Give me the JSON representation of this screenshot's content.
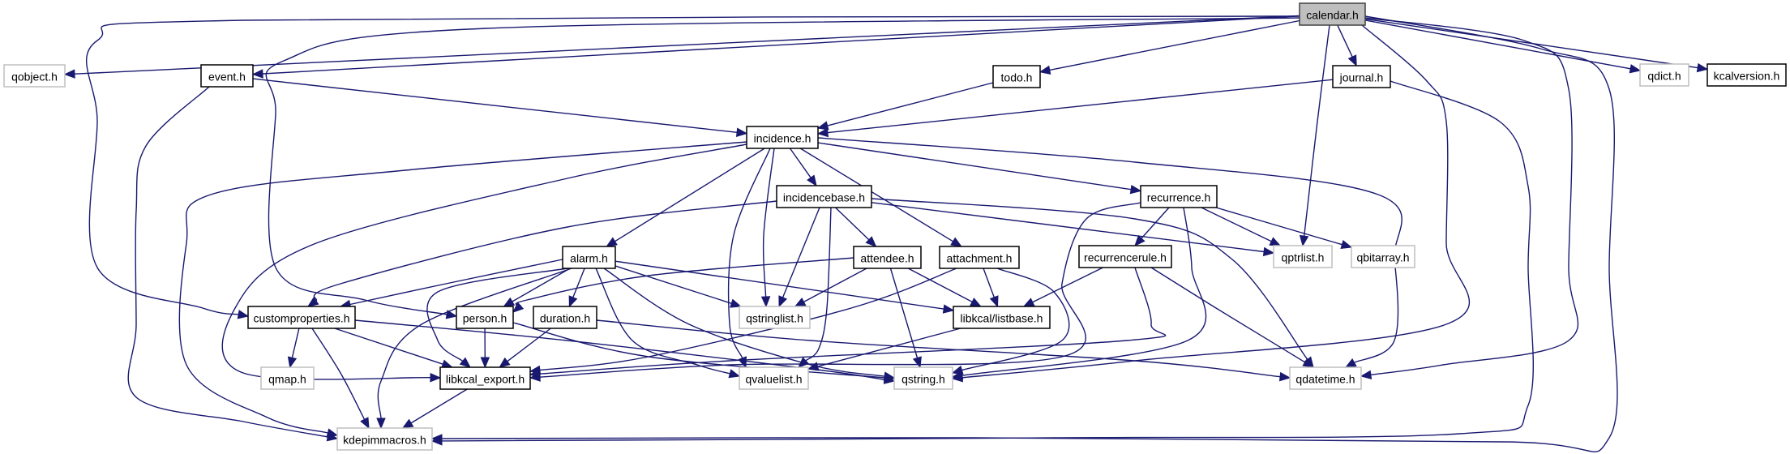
{
  "title": "calendar.h include dependency graph",
  "colors": {
    "edge": "#191970",
    "root_fill": "#bfbfbf",
    "internal_border": "#000000",
    "external_border": "#bfbfbf"
  },
  "nodes": [
    {
      "id": "calendar",
      "label": "calendar.h",
      "kind": "root"
    },
    {
      "id": "qobject",
      "label": "qobject.h",
      "kind": "external"
    },
    {
      "id": "event",
      "label": "event.h",
      "kind": "internal"
    },
    {
      "id": "todo",
      "label": "todo.h",
      "kind": "internal"
    },
    {
      "id": "journal",
      "label": "journal.h",
      "kind": "internal"
    },
    {
      "id": "qdict",
      "label": "qdict.h",
      "kind": "external"
    },
    {
      "id": "kcalversion",
      "label": "kcalversion.h",
      "kind": "internal"
    },
    {
      "id": "incidence",
      "label": "incidence.h",
      "kind": "internal"
    },
    {
      "id": "incidencebase",
      "label": "incidencebase.h",
      "kind": "internal"
    },
    {
      "id": "recurrence",
      "label": "recurrence.h",
      "kind": "internal"
    },
    {
      "id": "alarm",
      "label": "alarm.h",
      "kind": "internal"
    },
    {
      "id": "attendee",
      "label": "attendee.h",
      "kind": "internal"
    },
    {
      "id": "attachment",
      "label": "attachment.h",
      "kind": "internal"
    },
    {
      "id": "recurrencerule",
      "label": "recurrencerule.h",
      "kind": "internal"
    },
    {
      "id": "qptrlist",
      "label": "qptrlist.h",
      "kind": "external"
    },
    {
      "id": "qbitarray",
      "label": "qbitarray.h",
      "kind": "external"
    },
    {
      "id": "customproperties",
      "label": "customproperties.h",
      "kind": "internal"
    },
    {
      "id": "person",
      "label": "person.h",
      "kind": "internal"
    },
    {
      "id": "duration",
      "label": "duration.h",
      "kind": "internal"
    },
    {
      "id": "qstringlist",
      "label": "qstringlist.h",
      "kind": "external"
    },
    {
      "id": "listbase",
      "label": "libkcal/listbase.h",
      "kind": "internal"
    },
    {
      "id": "qmap",
      "label": "qmap.h",
      "kind": "external"
    },
    {
      "id": "libkcal_export",
      "label": "libkcal_export.h",
      "kind": "internal"
    },
    {
      "id": "qvaluelist",
      "label": "qvaluelist.h",
      "kind": "external"
    },
    {
      "id": "qstring",
      "label": "qstring.h",
      "kind": "external"
    },
    {
      "id": "qdatetime",
      "label": "qdatetime.h",
      "kind": "external"
    },
    {
      "id": "kdepimmacros",
      "label": "kdepimmacros.h",
      "kind": "external"
    }
  ],
  "edges": [
    [
      "calendar",
      "qobject"
    ],
    [
      "calendar",
      "event"
    ],
    [
      "calendar",
      "todo"
    ],
    [
      "calendar",
      "journal"
    ],
    [
      "calendar",
      "qdict"
    ],
    [
      "calendar",
      "kcalversion"
    ],
    [
      "calendar",
      "customproperties"
    ],
    [
      "calendar",
      "person"
    ],
    [
      "calendar",
      "qptrlist"
    ],
    [
      "calendar",
      "qstring"
    ],
    [
      "calendar",
      "qdatetime"
    ],
    [
      "calendar",
      "kdepimmacros"
    ],
    [
      "event",
      "incidence"
    ],
    [
      "event",
      "kdepimmacros"
    ],
    [
      "todo",
      "incidence"
    ],
    [
      "journal",
      "incidence"
    ],
    [
      "journal",
      "kdepimmacros"
    ],
    [
      "incidence",
      "incidencebase"
    ],
    [
      "incidence",
      "alarm"
    ],
    [
      "incidence",
      "attachment"
    ],
    [
      "incidence",
      "recurrence"
    ],
    [
      "incidence",
      "qstringlist"
    ],
    [
      "incidence",
      "qvaluelist"
    ],
    [
      "incidence",
      "libkcal_export"
    ],
    [
      "incidence",
      "kdepimmacros"
    ],
    [
      "incidence",
      "qdatetime"
    ],
    [
      "incidencebase",
      "attendee"
    ],
    [
      "incidencebase",
      "customproperties"
    ],
    [
      "incidencebase",
      "qstringlist"
    ],
    [
      "incidencebase",
      "qvaluelist"
    ],
    [
      "incidencebase",
      "qptrlist"
    ],
    [
      "incidencebase",
      "qdatetime"
    ],
    [
      "recurrence",
      "recurrencerule"
    ],
    [
      "recurrence",
      "qptrlist"
    ],
    [
      "recurrence",
      "qbitarray"
    ],
    [
      "recurrence",
      "qstring"
    ],
    [
      "recurrence",
      "libkcal_export"
    ],
    [
      "alarm",
      "customproperties"
    ],
    [
      "alarm",
      "person"
    ],
    [
      "alarm",
      "duration"
    ],
    [
      "alarm",
      "qstringlist"
    ],
    [
      "alarm",
      "listbase"
    ],
    [
      "alarm",
      "qvaluelist"
    ],
    [
      "alarm",
      "qstring"
    ],
    [
      "alarm",
      "libkcal_export"
    ],
    [
      "alarm",
      "kdepimmacros"
    ],
    [
      "attendee",
      "person"
    ],
    [
      "attendee",
      "qstringlist"
    ],
    [
      "attendee",
      "listbase"
    ],
    [
      "attendee",
      "qstring"
    ],
    [
      "attachment",
      "listbase"
    ],
    [
      "attachment",
      "libkcal_export"
    ],
    [
      "attachment",
      "qstring"
    ],
    [
      "recurrencerule",
      "listbase"
    ],
    [
      "recurrencerule",
      "qdatetime"
    ],
    [
      "recurrencerule",
      "libkcal_export"
    ],
    [
      "customproperties",
      "qmap"
    ],
    [
      "customproperties",
      "libkcal_export"
    ],
    [
      "customproperties",
      "kdepimmacros"
    ],
    [
      "customproperties",
      "qstring"
    ],
    [
      "person",
      "libkcal_export"
    ],
    [
      "person",
      "qstring"
    ],
    [
      "duration",
      "libkcal_export"
    ],
    [
      "duration",
      "qdatetime"
    ],
    [
      "listbase",
      "qvaluelist"
    ],
    [
      "libkcal_export",
      "kdepimmacros"
    ]
  ]
}
